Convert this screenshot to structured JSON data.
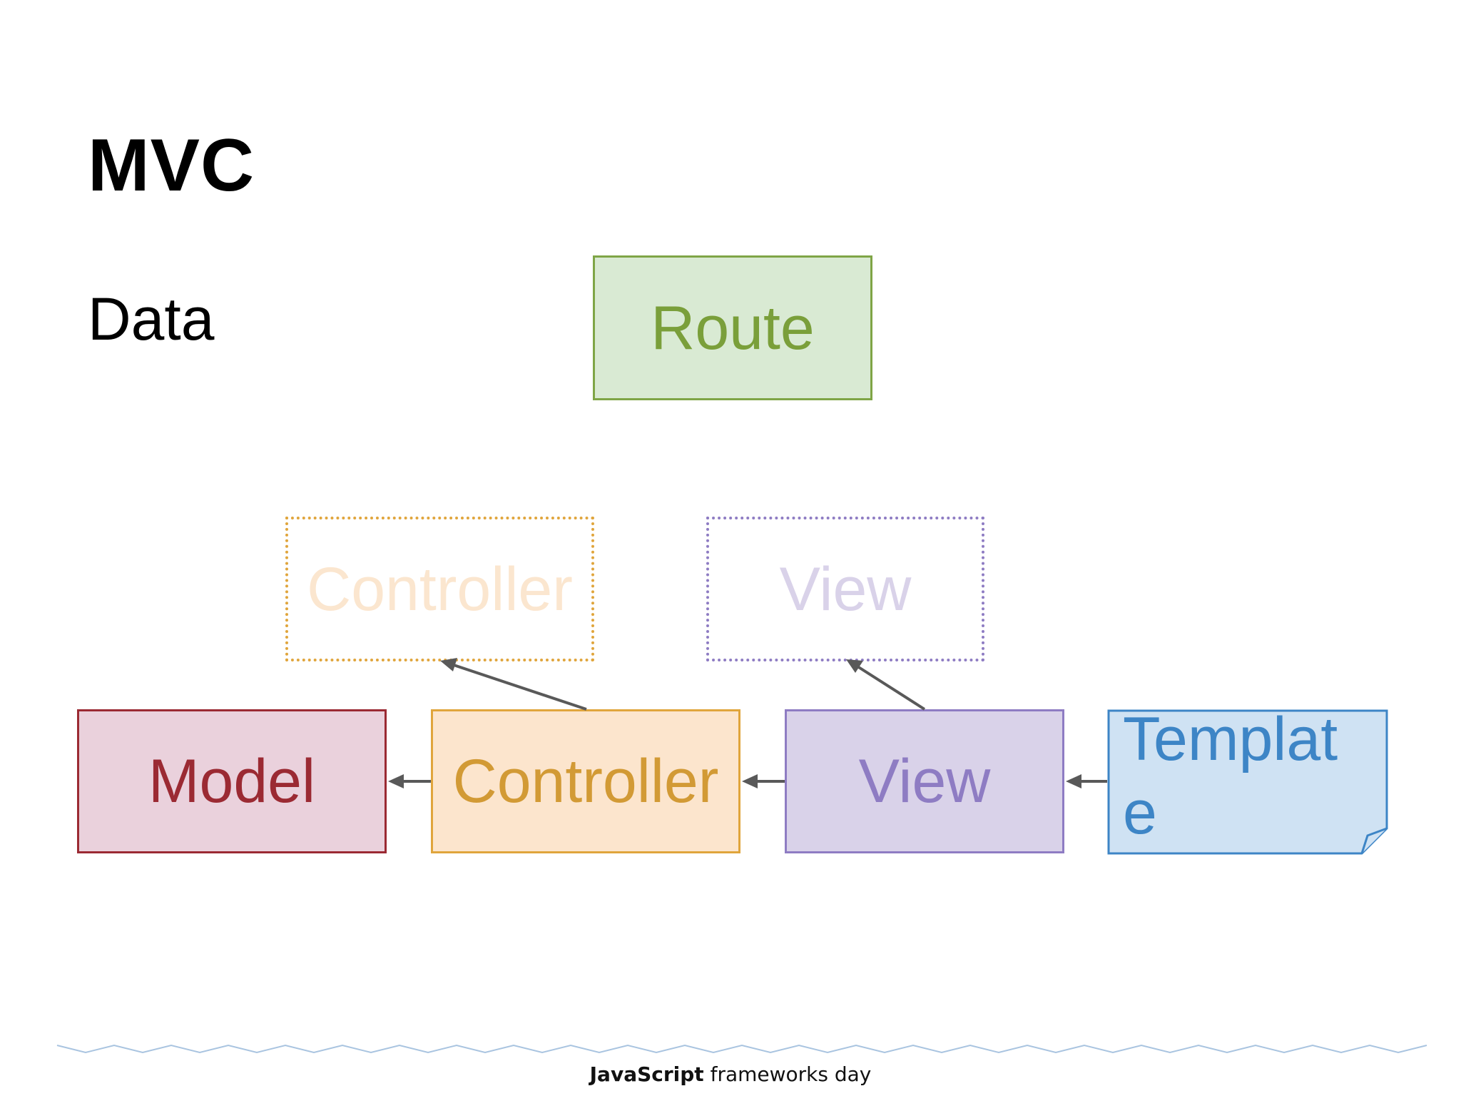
{
  "slide": {
    "title": "MVC",
    "subtitle": "Data"
  },
  "diagram": {
    "nodes": {
      "route": "Route",
      "controller_ghost": "Controller",
      "view_ghost": "View",
      "model": "Model",
      "controller": "Controller",
      "view": "View",
      "template": "Templat e"
    },
    "edges": [
      {
        "from": "controller",
        "to": "model"
      },
      {
        "from": "view",
        "to": "controller"
      },
      {
        "from": "template",
        "to": "view"
      },
      {
        "from": "controller",
        "to": "controller_ghost"
      },
      {
        "from": "view",
        "to": "view_ghost"
      }
    ],
    "colors": {
      "route": "#7fa546",
      "model": "#9b2a33",
      "controller": "#e0a53c",
      "view": "#8e7cc3",
      "template": "#3d85c6",
      "arrow": "#595959"
    }
  },
  "footer": {
    "brand_strong": "JavaScript",
    "brand_rest": " frameworks day"
  }
}
